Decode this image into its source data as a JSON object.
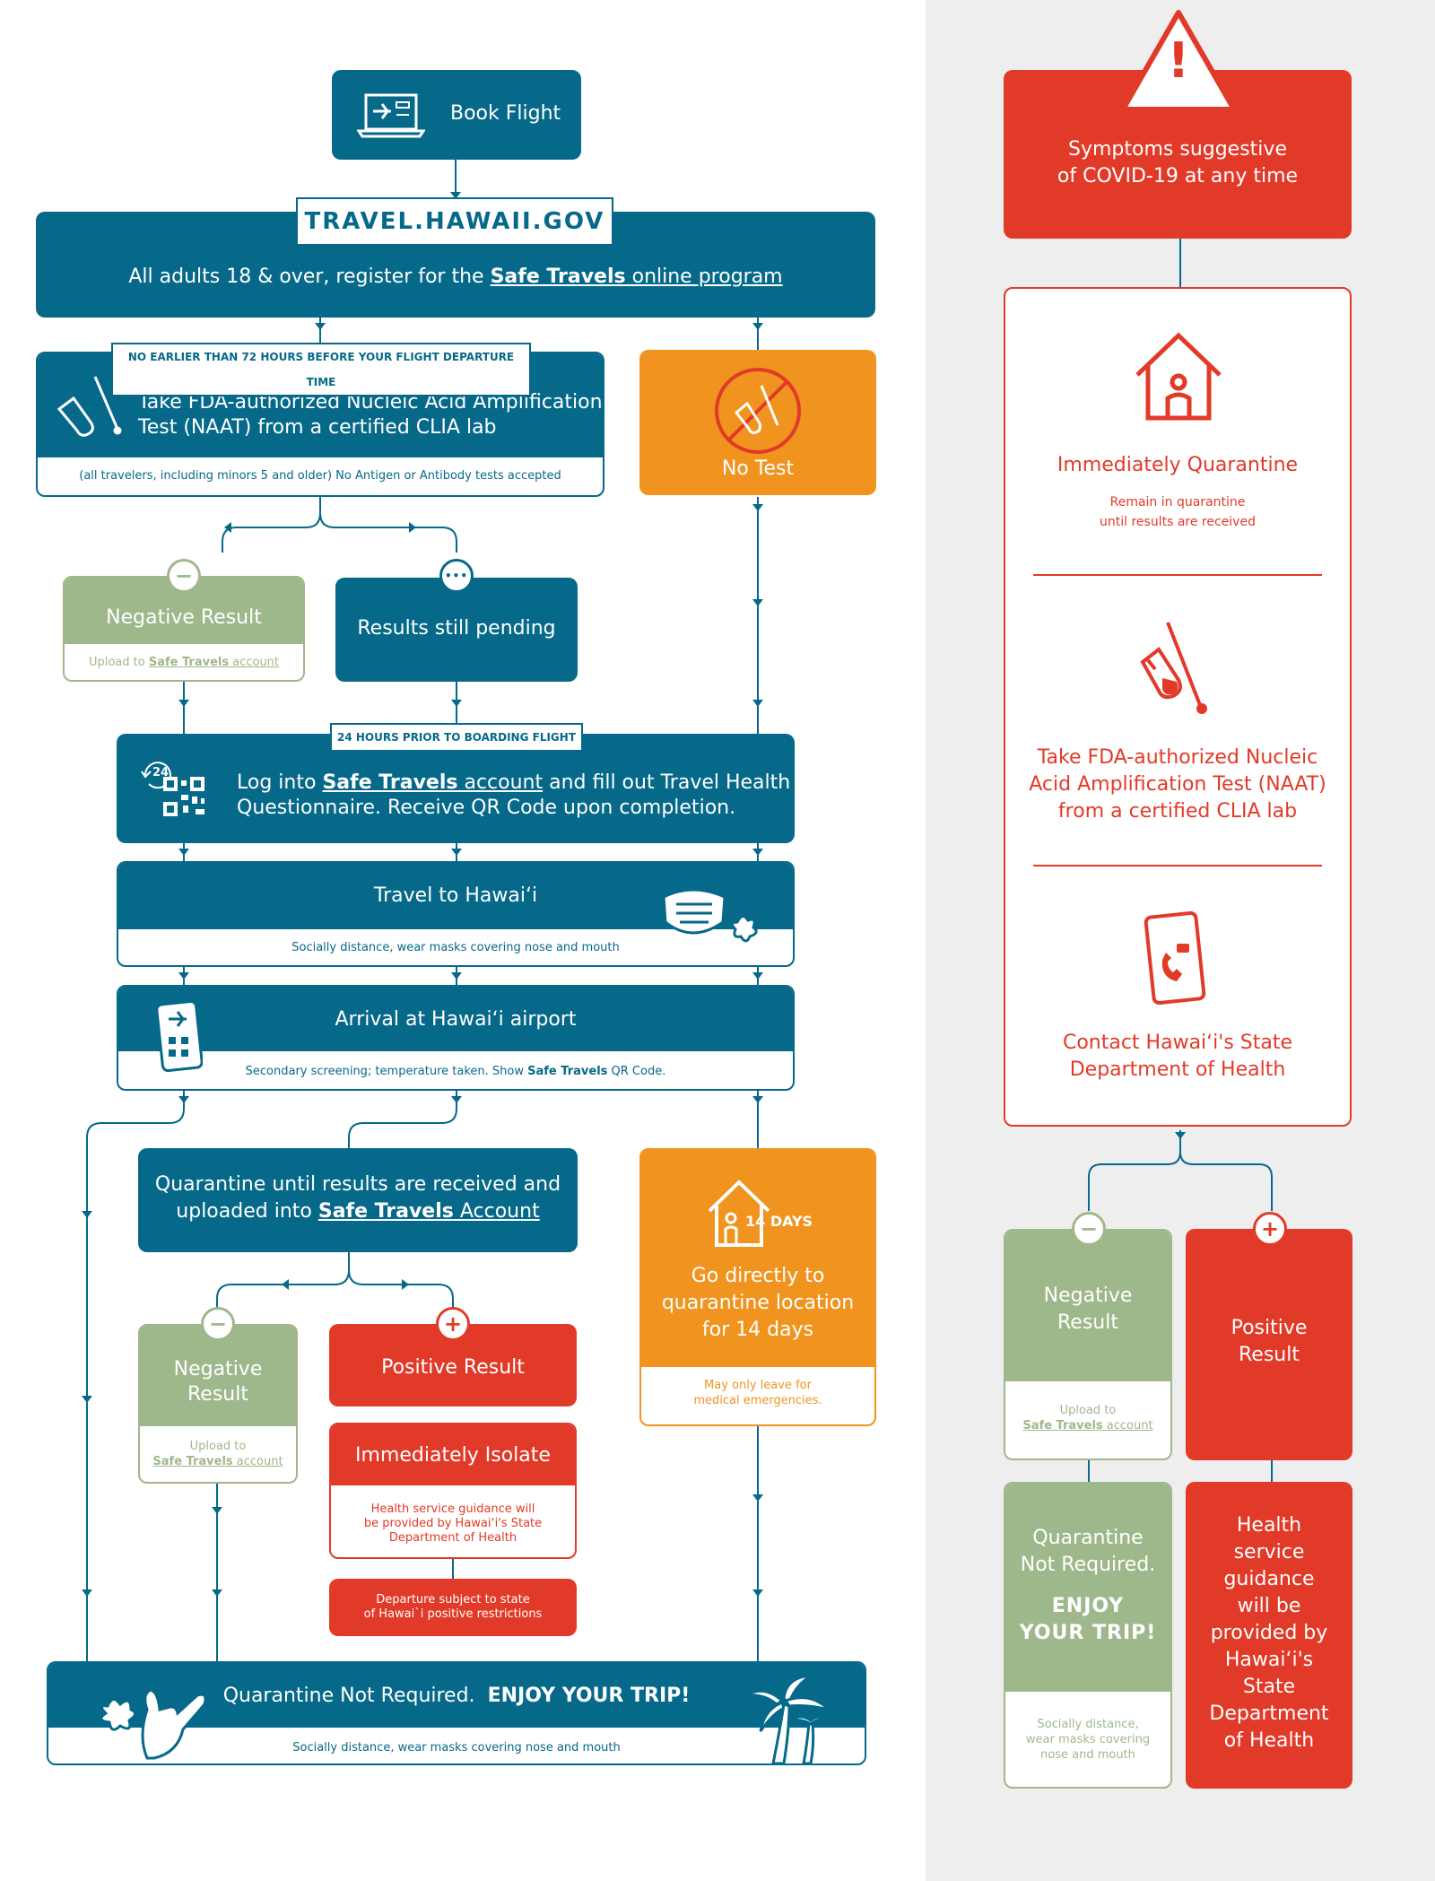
{
  "book_flight": {
    "label": "Book Flight"
  },
  "register": {
    "site": "TRAVEL.HAWAII.GOV",
    "text_prefix": "All adults 18 & over, register for the ",
    "program_name": "Safe Travels",
    "text_suffix": " online program"
  },
  "naat_test": {
    "tag": "NO EARLIER THAN 72 HOURS BEFORE YOUR FLIGHT DEPARTURE TIME",
    "line1": "Take FDA-authorized Nucleic Acid Amplification",
    "line2": "Test (NAAT) from a certified CLIA lab",
    "note": "(all travelers, including minors 5 and older) No Antigen or Antibody tests accepted"
  },
  "no_test": {
    "label": "No Test"
  },
  "negative_result_1": {
    "label": "Negative Result",
    "note_prefix": "Upload to ",
    "note_account": "Safe Travels",
    "note_suffix": " account"
  },
  "results_pending": {
    "label": "Results still pending"
  },
  "questionnaire": {
    "tag": "24 HOURS PRIOR TO BOARDING FLIGHT",
    "badge": "24",
    "prefix": "Log into ",
    "safe_travels": "Safe Travels",
    "account": " account",
    "line1_suffix": " and fill out Travel Health",
    "line2": "Questionnaire. Receive QR Code upon completion."
  },
  "travel": {
    "title": "Travel to Hawai‘i",
    "note": "Socially distance, wear masks covering nose and mouth"
  },
  "arrival": {
    "title": "Arrival at Hawai‘i airport",
    "note_prefix": "Secondary screening; temperature taken. Show ",
    "note_bold": "Safe Travels",
    "note_suffix": " QR Code."
  },
  "quarantine_until": {
    "line1": "Quarantine until results are received and",
    "line2_prefix": "uploaded into ",
    "line2_bold": "Safe Travels",
    "line2_suffix": " Account"
  },
  "go_quarantine": {
    "days_badge": "14 DAYS",
    "line1": "Go directly to",
    "line2": "quarantine location",
    "line3": "for 14 days",
    "note1": "May only leave for",
    "note2": "medical emergencies."
  },
  "negative_result_2": {
    "line1": "Negative",
    "line2": "Result",
    "note1": "Upload to",
    "note_account": "Safe Travels",
    "note_suffix": " account"
  },
  "positive_result": {
    "label": "Positive Result"
  },
  "isolate": {
    "title": "Immediately Isolate",
    "note1": "Health service guidance will",
    "note2": "be provided by Hawai‘i's State",
    "note3": "Department of Health"
  },
  "departure": {
    "line1": "Departure subject to state",
    "line2": "of Hawai`i positive restrictions"
  },
  "final": {
    "prefix": "Quarantine Not Required.",
    "bold": "ENJOY YOUR TRIP!",
    "note": "Socially distance, wear masks covering nose and mouth"
  },
  "symptoms": {
    "line1": "Symptoms suggestive",
    "line2": "of COVID-19 at any time",
    "warning_mark": "!"
  },
  "immediately_quarantine": {
    "title": "Immediately Quarantine",
    "note1": "Remain in quarantine",
    "note2": "until results are received"
  },
  "right_test": {
    "line1": "Take FDA-authorized Nucleic",
    "line2": "Acid Amplification Test (NAAT)",
    "line3": "from a certified CLIA lab"
  },
  "contact": {
    "line1": "Contact Hawai‘i's State",
    "line2": "Department of Health"
  },
  "right_negative": {
    "line1": "Negative",
    "line2": "Result",
    "note1": "Upload to",
    "note_account": "Safe Travels",
    "note_suffix": " account"
  },
  "right_positive": {
    "line1": "Positive",
    "line2": "Result"
  },
  "right_not_required": {
    "line1": "Quarantine",
    "line2": "Not Required.",
    "bold1": "ENJOY",
    "bold2": "YOUR TRIP!",
    "note1": "Socially distance,",
    "note2": "wear masks covering",
    "note3": "nose and mouth"
  },
  "right_health": {
    "lines": [
      "Health",
      "service",
      "guidance",
      "will be",
      "provided by",
      "Hawai‘i's",
      "State",
      "Department",
      "of Health"
    ]
  },
  "badges": {
    "minus": "−",
    "plus": "+",
    "dots": "•••"
  },
  "colors": {
    "teal": "#06698a",
    "green": "#9fb88b",
    "orange": "#f0941f",
    "red": "#e23a28",
    "panel_gray": "#eeeeef"
  }
}
